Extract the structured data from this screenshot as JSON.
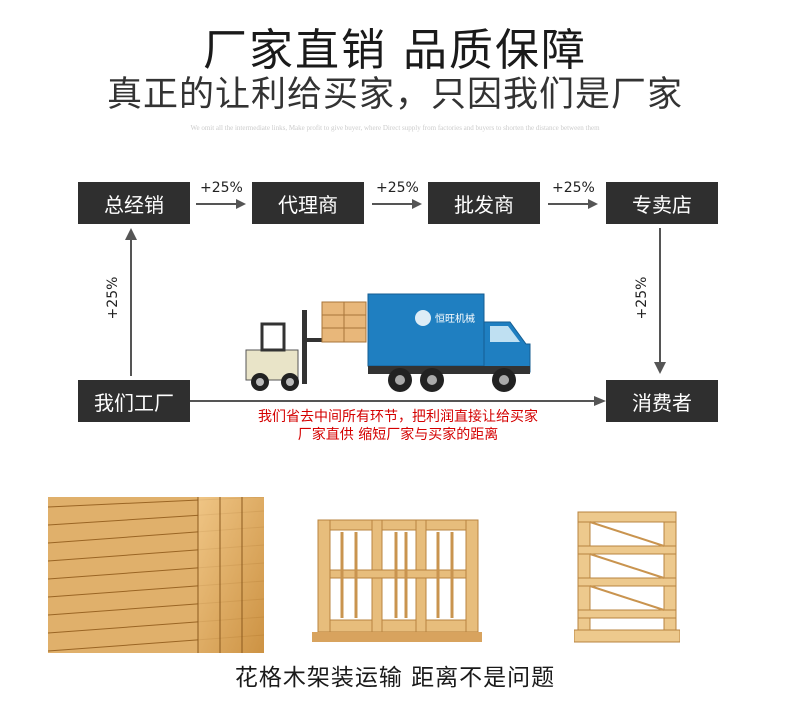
{
  "header": {
    "title": "厂家直销  品质保障",
    "subtitle": "真正的让利给买家，只因我们是厂家",
    "fine_print": "We omit all the intermediate links, Make profit to give buyer, where Direct supply from factories and buyers to shorten the distance between them"
  },
  "flow": {
    "top_row": [
      "总经销",
      "代理商",
      "批发商",
      "专卖店"
    ],
    "markup": "+25%",
    "factory": "我们工厂",
    "consumer": "消费者",
    "red_line1": "我们省去中间所有环节，把利润直接让给买家",
    "red_line2": "厂家直供 缩短厂家与买家的距离",
    "truck_logo": "恒旺机械"
  },
  "footer": {
    "caption": "花格木架装运输   距离不是问题"
  },
  "colors": {
    "box_bg": "#2f2f2f",
    "red_text": "#d40000",
    "truck_blue": "#1f7fc1"
  }
}
